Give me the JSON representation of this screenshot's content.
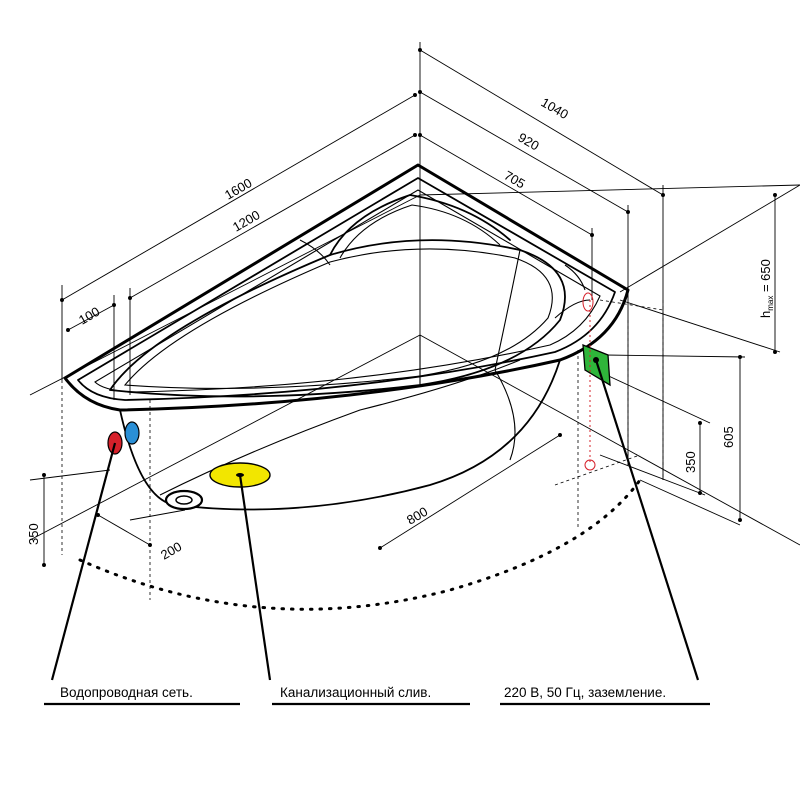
{
  "dimensions": {
    "d1600": "1600",
    "d1200": "1200",
    "d100": "100",
    "d1040": "1040",
    "d920": "920",
    "d705": "705",
    "d800": "800",
    "d200": "200",
    "d350_left": "350",
    "d350_right": "350",
    "d605": "605",
    "hmax_h": "h",
    "hmax_sub": "max",
    "hmax_value": " = 650"
  },
  "callouts": {
    "water": "Водопроводная сеть.",
    "drain": "Канализационный слив.",
    "power": "220 В, 50 Гц, заземление."
  },
  "colors": {
    "hot_water": "#d6202a",
    "cold_water": "#2a8fd6",
    "drain": "#f2e600",
    "electric": "#2fb53a"
  }
}
